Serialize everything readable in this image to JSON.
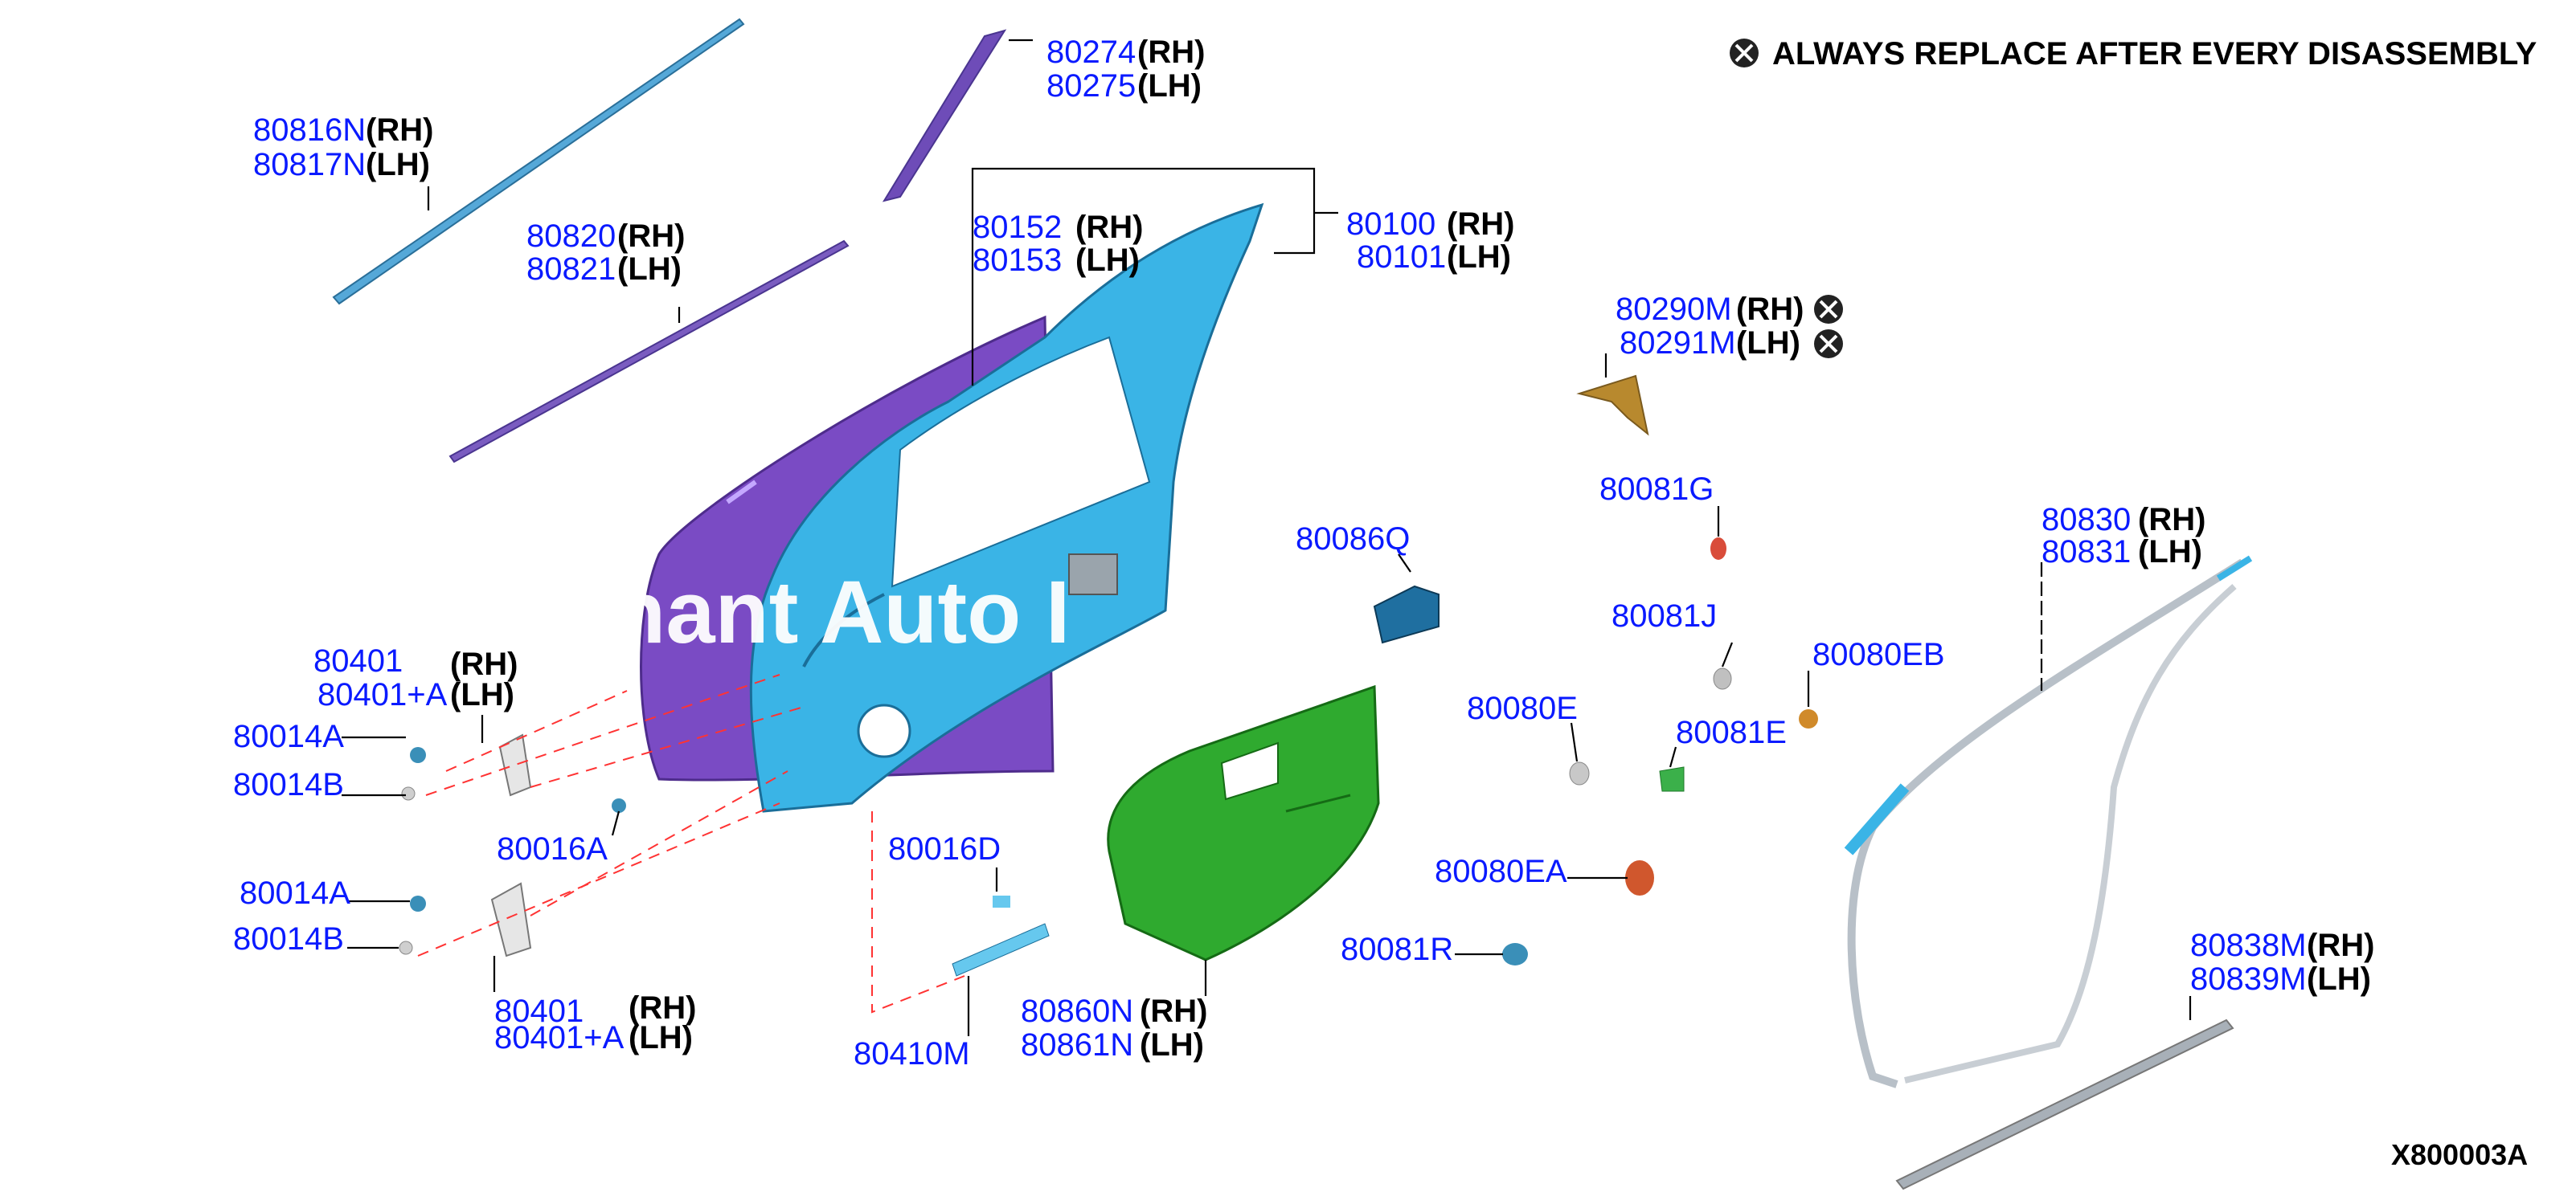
{
  "note": {
    "text": "ALWAYS REPLACE AFTER EVERY DISASSEMBLY",
    "icon": "replace-x-icon"
  },
  "drawing_code": "X800003A",
  "watermark": "chant Auto I",
  "sides": {
    "rh": "(RH)",
    "lh": "(LH)"
  },
  "parts": {
    "p80274": "80274",
    "p80275": "80275",
    "p80816N": "80816N",
    "p80817N": "80817N",
    "p80820": "80820",
    "p80821": "80821",
    "p80152": "80152",
    "p80153": "80153",
    "p80100": "80100",
    "p80101": "80101",
    "p80290M": "80290M",
    "p80291M": "80291M",
    "p80081G": "80081G",
    "p80086Q": "80086Q",
    "p80081J": "80081J",
    "p80080EB": "80080EB",
    "p80080E": "80080E",
    "p80081E": "80081E",
    "p80830": "80830",
    "p80831": "80831",
    "p80401_top": "80401",
    "p80401A_top": "80401+A",
    "p80014A_top": "80014A",
    "p80014B_top": "80014B",
    "p80016A": "80016A",
    "p80016D": "80016D",
    "p80014A_bot": "80014A",
    "p80014B_bot": "80014B",
    "p80401_bot": "80401",
    "p80401A_bot": "80401+A",
    "p80410M": "80410M",
    "p80860N": "80860N",
    "p80861N": "80861N",
    "p80080EA": "80080EA",
    "p80081R": "80081R",
    "p80838M": "80838M",
    "p80839M": "80839M"
  },
  "colors": {
    "part_number": "#0a1aff",
    "door_panel": "#7a4bc4",
    "door_frame": "#3ab4e6",
    "trim_panel": "#2faa2f",
    "insulator": "#b8892e",
    "weatherstrip": "#b8c0c8",
    "leader_dash": "#ff3333"
  }
}
